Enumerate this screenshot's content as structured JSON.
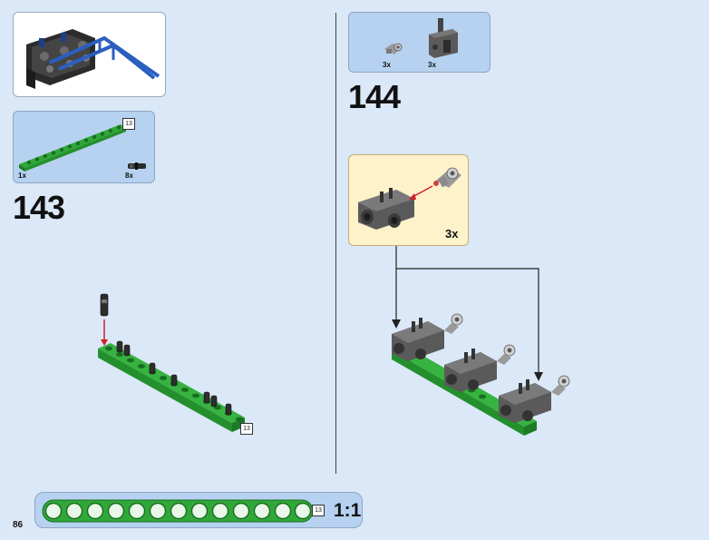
{
  "page": {
    "number": "86"
  },
  "left_column": {
    "previous_result_panel": {
      "icon": "completed-assembly-image"
    },
    "parts_panel": {
      "items": [
        {
          "qty": "1x",
          "part": "green-liftarm-13-icon",
          "length": "13"
        },
        {
          "qty": "8x",
          "part": "black-pin-icon"
        }
      ]
    },
    "step": {
      "number": "143"
    },
    "assembly": {
      "beam_length": "13"
    }
  },
  "right_column": {
    "parts_panel": {
      "items": [
        {
          "qty": "3x",
          "part": "grey-axle-connector-icon"
        },
        {
          "qty": "3x",
          "part": "dark-grey-bracket-icon"
        }
      ]
    },
    "step": {
      "number": "144"
    },
    "sub_assembly": {
      "qty": "3x"
    }
  },
  "scale_bar": {
    "length": "13",
    "label": "1:1"
  },
  "colors": {
    "background": "#dbe8f8",
    "panel_blue": "#b6d2f0",
    "panel_yellow": "#fdf2c9",
    "lego_green": "#2fa838",
    "dark_grey": "#5a5a5a",
    "insert_arrow": "#d0202a"
  }
}
